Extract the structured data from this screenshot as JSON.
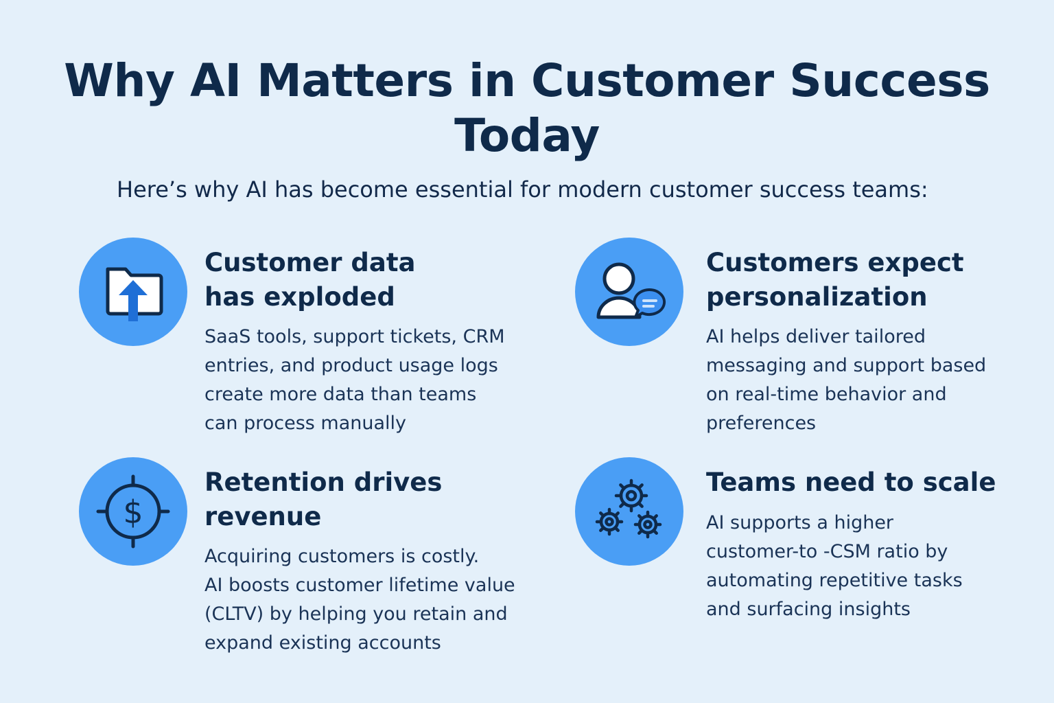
{
  "title": {
    "line1": "Why AI Matters in Customer Success",
    "line2": "Today"
  },
  "subtitle": "Here’s why AI has become essential for modern customer success teams:",
  "colors": {
    "background": "#e4f0fa",
    "accent": "#4a9ef5",
    "heading": "#0f2a4a"
  },
  "cards": [
    {
      "icon": "folder-upload-icon",
      "title": [
        "Customer data",
        "has exploded"
      ],
      "body": [
        "SaaS tools, support tickets, CRM",
        "entries, and product usage logs",
        "create more data than teams",
        "can process manually"
      ]
    },
    {
      "icon": "user-chat-icon",
      "title": [
        "Customers expect",
        "personalization"
      ],
      "body": [
        "AI helps deliver tailored",
        "messaging and support based",
        "on real-time behavior and",
        "preferences"
      ]
    },
    {
      "icon": "dollar-target-icon",
      "title": [
        "Retention drives",
        "revenue"
      ],
      "body": [
        "Acquiring customers is costly.",
        "AI boosts customer lifetime value",
        "(CLTV) by helping you retain and",
        "expand existing accounts"
      ]
    },
    {
      "icon": "gears-icon",
      "title": [
        "Teams need to scale"
      ],
      "body": [
        "AI supports a higher",
        "customer-to -CSM  ratio by",
        "automating repetitive tasks",
        "and surfacing insights"
      ]
    }
  ]
}
